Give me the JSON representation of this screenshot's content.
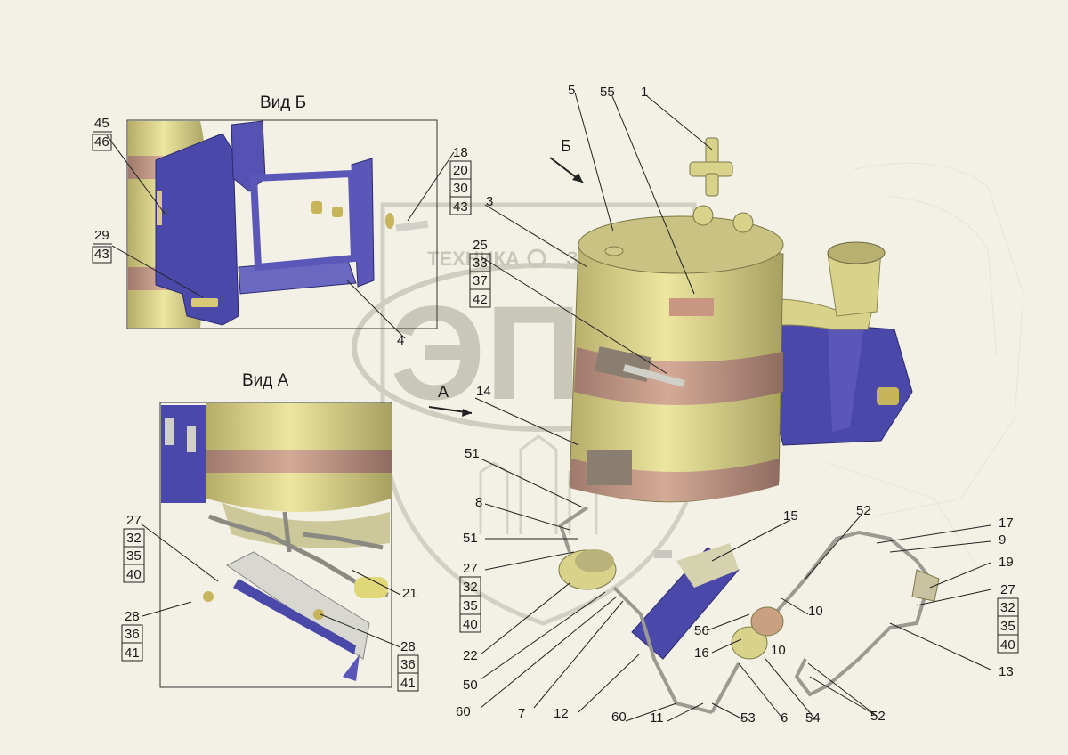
{
  "views": {
    "view_b_title": "Вид Б",
    "view_a_title": "Вид А",
    "arrow_b": "Б",
    "arrow_a": "А"
  },
  "watermark": {
    "brand_left": "ТЕХНИКА",
    "brand_right": "ЗАП",
    "logo": "ЭПФ"
  },
  "callouts_main": {
    "c1": "1",
    "c5": "5",
    "c55": "55",
    "c3": "3",
    "c25": "25",
    "c33": "33",
    "c37": "37",
    "c42": "42",
    "c14": "14",
    "c51a": "51",
    "c8": "8",
    "c51b": "51",
    "c27": "27",
    "c32": "32",
    "c35": "35",
    "c40": "40",
    "c22": "22",
    "c50": "50",
    "c60a": "60",
    "c7": "7",
    "c12": "12",
    "c60b": "60",
    "c11": "11",
    "c53": "53",
    "c6": "6",
    "c54": "54",
    "c52a": "52",
    "c52b": "52",
    "c15": "15",
    "c10a": "10",
    "c10b": "10",
    "c56": "56",
    "c16": "16",
    "c17": "17",
    "c9": "9",
    "c19": "19",
    "c27r": "27",
    "c32r": "32",
    "c35r": "35",
    "c40r": "40",
    "c13": "13"
  },
  "callouts_view_b": {
    "c45": "45",
    "c46": "46",
    "c29": "29",
    "c43a": "43",
    "c18": "18",
    "c20": "20",
    "c30": "30",
    "c43b": "43",
    "c4": "4"
  },
  "callouts_view_a": {
    "c27": "27",
    "c32": "32",
    "c35": "35",
    "c40": "40",
    "c28a": "28",
    "c36a": "36",
    "c41a": "41",
    "c28b": "28",
    "c36b": "36",
    "c41b": "41",
    "c21": "21"
  },
  "colors": {
    "background": "#f3f1e6",
    "tank_yellow": "#e7e08a",
    "band_pink": "#c89a86",
    "bracket_blue": "#4a48a8",
    "watermark": "#c9c7b8"
  }
}
